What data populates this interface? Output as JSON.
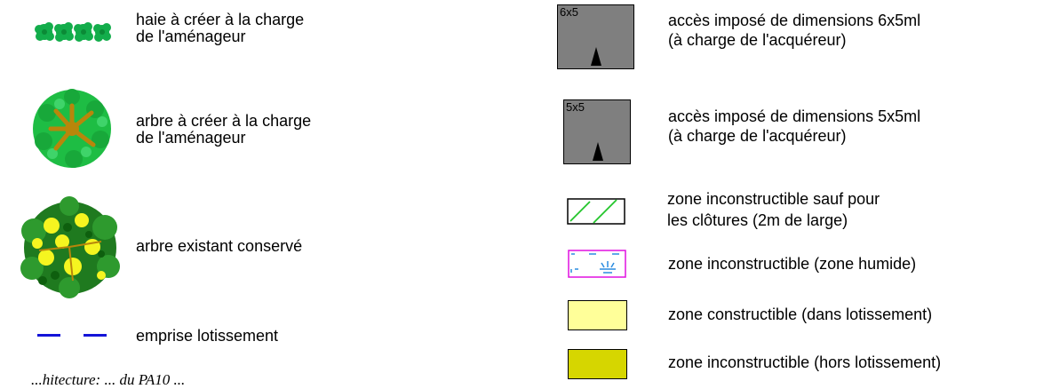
{
  "colors": {
    "hedge_green": "#13ad4b",
    "tree_green": "#1ebd44",
    "tree_trunk": "#b8860b",
    "existing_tree_dark": "#1f7a1f",
    "existing_tree_yellow": "#f5f520",
    "boundary_blue": "#1414d8",
    "access_grey": "#7f7f7f",
    "hatch_green": "#22c52a",
    "wet_zone_border": "#e010e0",
    "wet_zone_marks": "#2a8ce0",
    "buildable_yellow": "#ffff99",
    "outside_olive": "#d6d600"
  },
  "legend_left": [
    {
      "icon": "hedge-icon",
      "lines": [
        "haie à créer à la charge",
        "de l'aménageur"
      ]
    },
    {
      "icon": "tree-to-create-icon",
      "lines": [
        "arbre à créer à la charge",
        "de l'aménageur"
      ]
    },
    {
      "icon": "existing-tree-icon",
      "lines": [
        "arbre existant conservé"
      ]
    },
    {
      "icon": "dashed-line-icon",
      "lines": [
        "emprise lotissement"
      ]
    }
  ],
  "legend_right": [
    {
      "icon": "access-box-icon",
      "code": "6x5",
      "lines": [
        "accès imposé de dimensions 6x5ml",
        "(à charge de l'acquéreur)"
      ]
    },
    {
      "icon": "access-box-icon",
      "code": "5x5",
      "lines": [
        "accès imposé de dimensions 5x5ml",
        "(à charge de l'acquéreur)"
      ]
    },
    {
      "icon": "hatched-zone-icon",
      "lines": [
        "zone inconstructible sauf pour",
        "les clôtures (2m de large)"
      ]
    },
    {
      "icon": "wet-zone-icon",
      "lines": [
        "zone inconstructible (zone humide)"
      ]
    },
    {
      "icon": "yellow-zone-icon",
      "lines": [
        "zone constructible (dans lotissement)"
      ]
    },
    {
      "icon": "olive-zone-icon",
      "lines": [
        "zone inconstructible (hors lotissement)"
      ]
    }
  ],
  "footnote": "...hitecture: ... du PA10 ..."
}
